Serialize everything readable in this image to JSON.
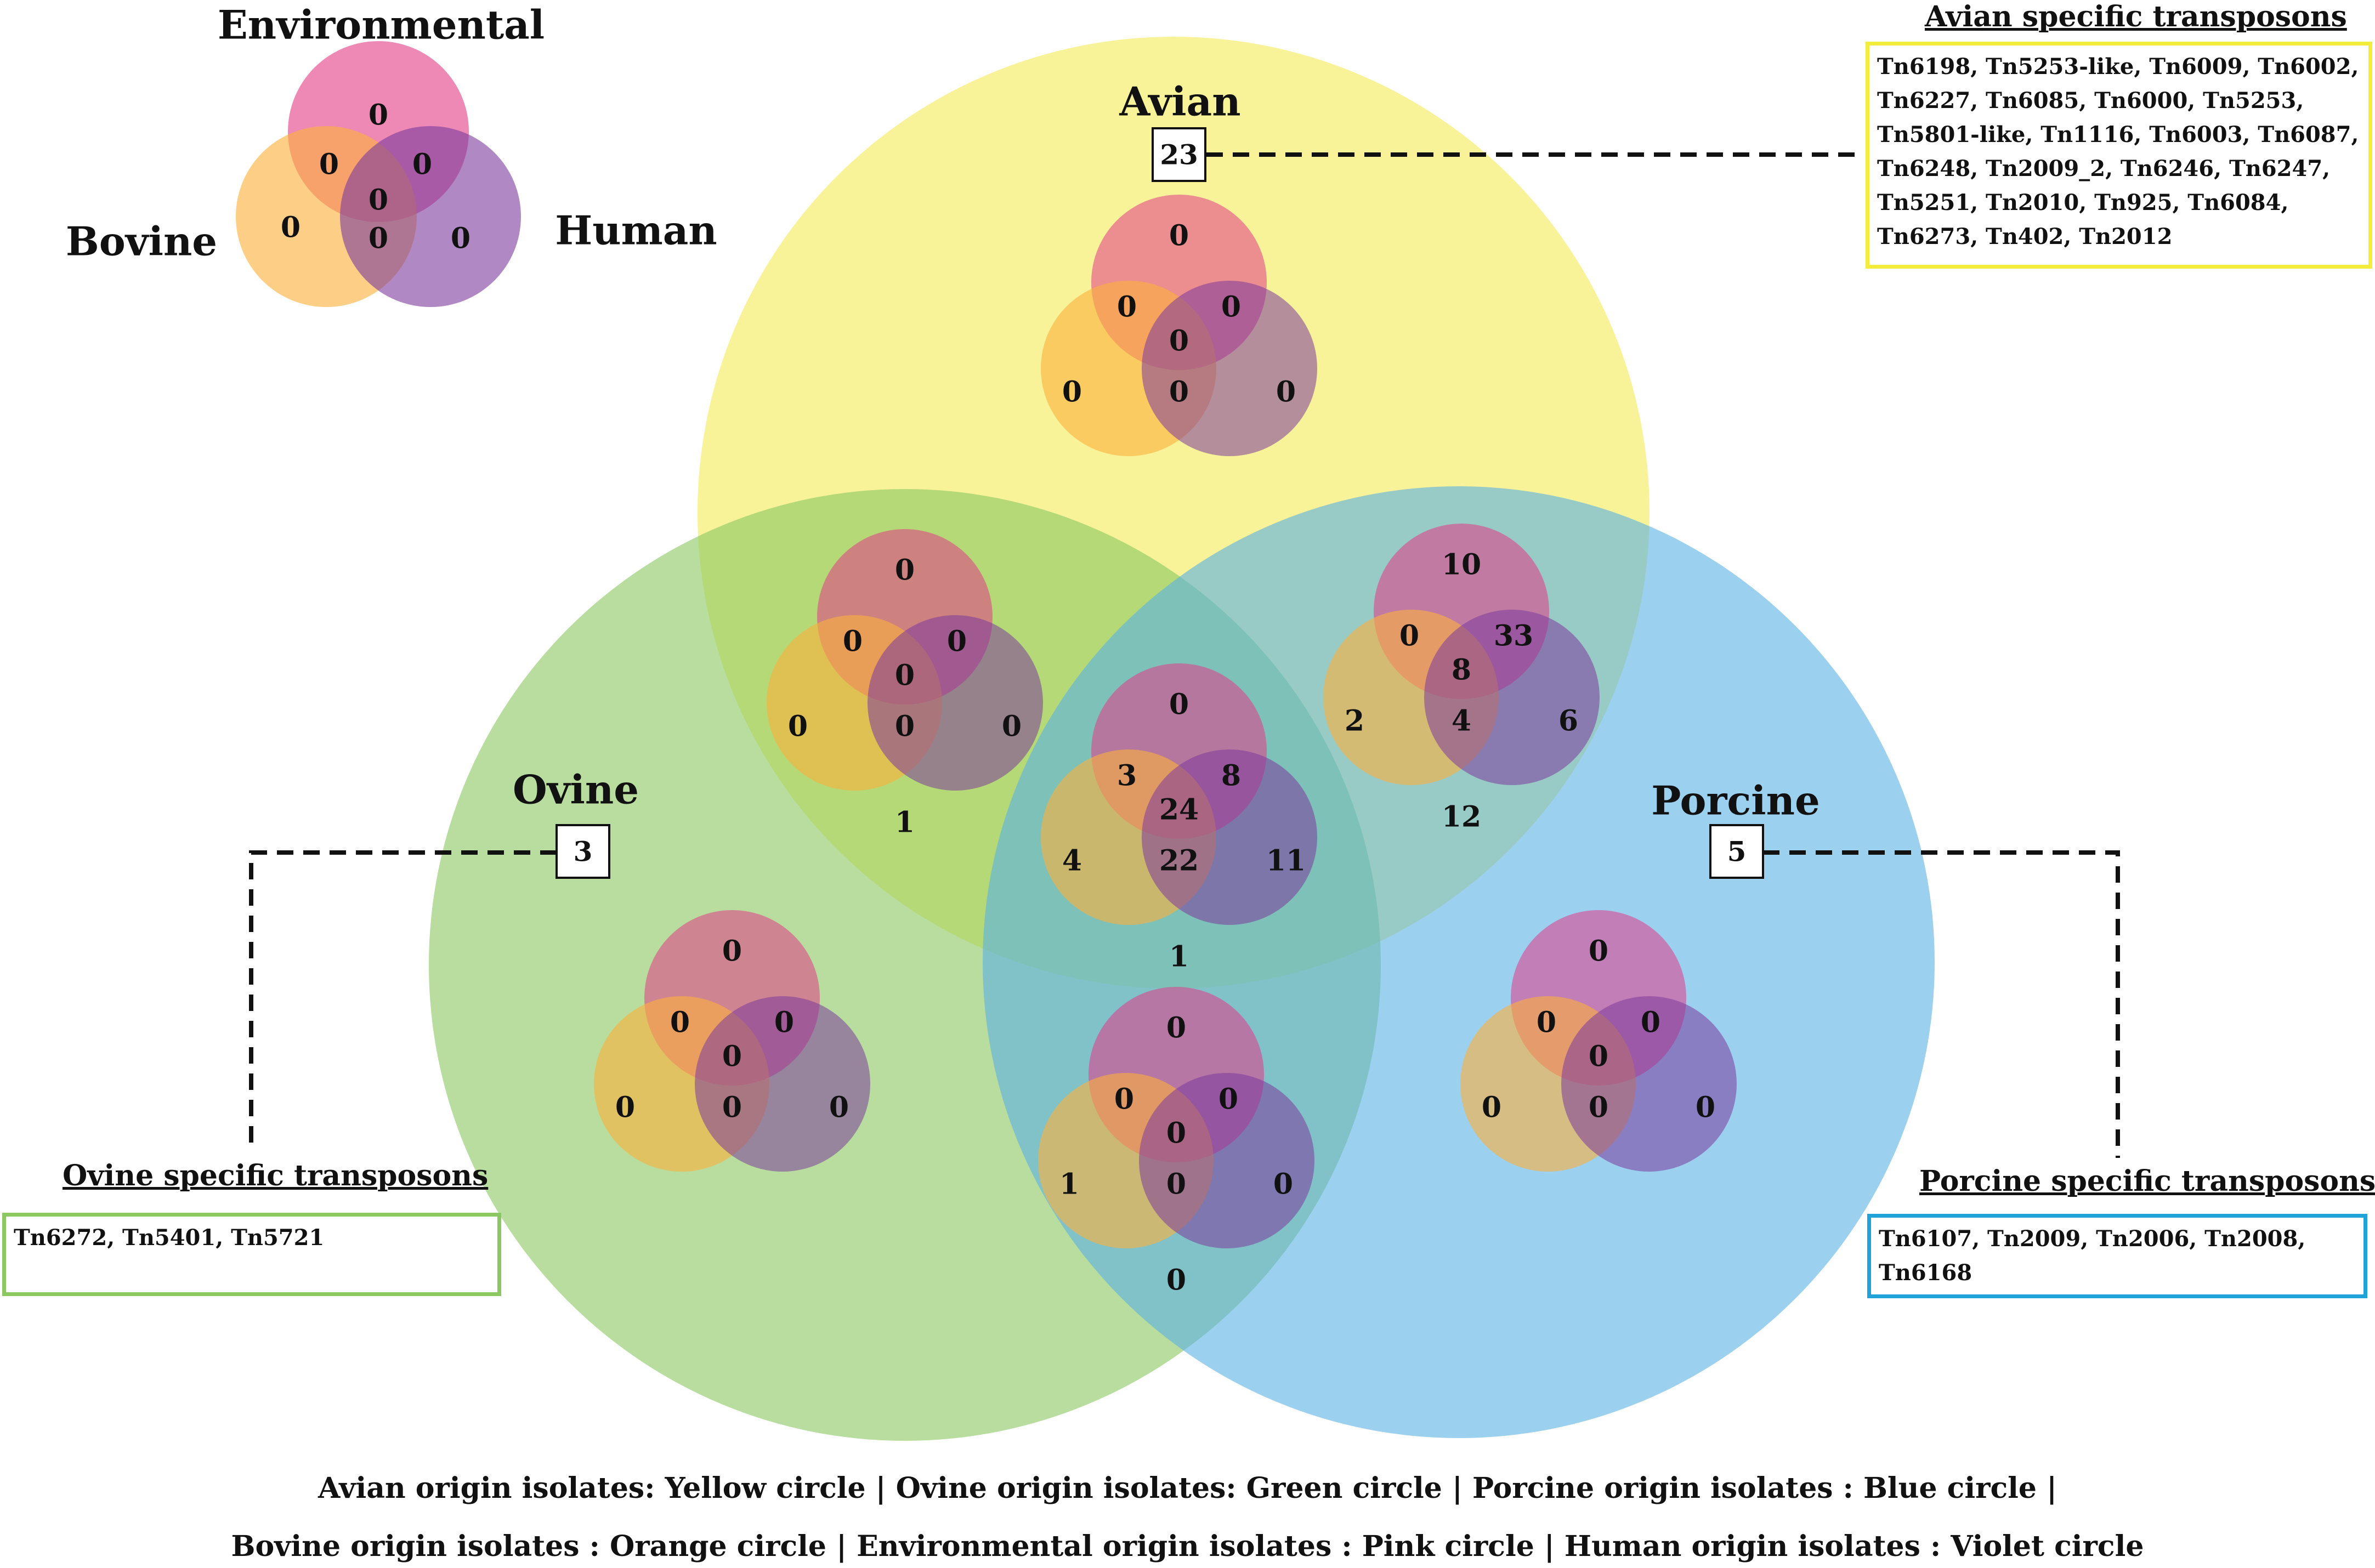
{
  "key_legend": {
    "environmental": "Environmental",
    "bovine": "Bovine",
    "human": "Human",
    "counts": {
      "environmental": "0",
      "bovine": "0",
      "human": "0",
      "env_bovine": "0",
      "env_human": "0",
      "bovine_human": "0",
      "all_three": "0"
    }
  },
  "big_circles": {
    "avian": {
      "label": "Avian",
      "color": "#f3ec5a",
      "specific_count": "23"
    },
    "ovine": {
      "label": "Ovine",
      "color": "#8cc862",
      "specific_count": "3"
    },
    "porcine": {
      "label": "Porcine",
      "color": "#5ab0e4",
      "specific_count": "5"
    }
  },
  "small_circle_colors": {
    "environmental": "#e23a86",
    "bovine": "#fbb13c",
    "human": "#7b3a9c"
  },
  "regions": [
    {
      "id": "avian-only",
      "counts": {
        "environmental": "0",
        "bovine": "0",
        "human": "0",
        "env_bovine": "0",
        "env_human": "0",
        "bovine_human": "0",
        "all_three": "0"
      },
      "below": ""
    },
    {
      "id": "avian-ovine",
      "counts": {
        "environmental": "0",
        "bovine": "0",
        "human": "0",
        "env_bovine": "0",
        "env_human": "0",
        "bovine_human": "0",
        "all_three": "0"
      },
      "below": "1"
    },
    {
      "id": "avian-porcine",
      "counts": {
        "environmental": "10",
        "bovine": "2",
        "human": "6",
        "env_bovine": "0",
        "env_human": "33",
        "bovine_human": "4",
        "all_three": "8"
      },
      "below": "12"
    },
    {
      "id": "avian-ovine-porcine",
      "counts": {
        "environmental": "0",
        "bovine": "4",
        "human": "11",
        "env_bovine": "3",
        "env_human": "8",
        "bovine_human": "22",
        "all_three": "24"
      },
      "below": "1"
    },
    {
      "id": "ovine-only",
      "counts": {
        "environmental": "0",
        "bovine": "0",
        "human": "0",
        "env_bovine": "0",
        "env_human": "0",
        "bovine_human": "0",
        "all_three": "0"
      },
      "below": ""
    },
    {
      "id": "ovine-porcine",
      "counts": {
        "environmental": "0",
        "bovine": "1",
        "human": "0",
        "env_bovine": "0",
        "env_human": "0",
        "bovine_human": "0",
        "all_three": "0"
      },
      "below": "0"
    },
    {
      "id": "porcine-only",
      "counts": {
        "environmental": "0",
        "bovine": "0",
        "human": "0",
        "env_bovine": "0",
        "env_human": "0",
        "bovine_human": "0",
        "all_three": "0"
      },
      "below": ""
    }
  ],
  "avian_specific": {
    "title": "Avian specific transposons",
    "border": "#f3ec3a",
    "items": [
      "Tn6198",
      "Tn5253-like",
      "Tn6009",
      "Tn6002",
      "Tn6227",
      "Tn6085",
      "Tn6000",
      "Tn5253",
      "Tn5801-like",
      "Tn1116",
      "Tn6003",
      "Tn6087",
      "Tn6248",
      "Tn2009_2",
      "Tn6246",
      "Tn6247",
      "Tn5251",
      "Tn2010",
      "Tn925",
      "Tn6084",
      "Tn6273",
      "Tn402",
      "Tn2012"
    ]
  },
  "ovine_specific": {
    "title": "Ovine specific transposons",
    "border": "#8cc862",
    "items": [
      "Tn6272",
      "Tn5401",
      "Tn5721"
    ]
  },
  "porcine_specific": {
    "title": "Porcine specific transposons",
    "border": "#1fa3d8",
    "items": [
      "Tn6107",
      "Tn2009",
      "Tn2006",
      "Tn2008",
      "Tn6168"
    ]
  },
  "legend": {
    "line1": "Avian origin isolates: Yellow circle | Ovine origin isolates: Green circle | Porcine origin isolates : Blue circle |",
    "line2": "Bovine origin isolates : Orange circle | Environmental origin isolates : Pink circle | Human origin isolates : Violet circle"
  }
}
